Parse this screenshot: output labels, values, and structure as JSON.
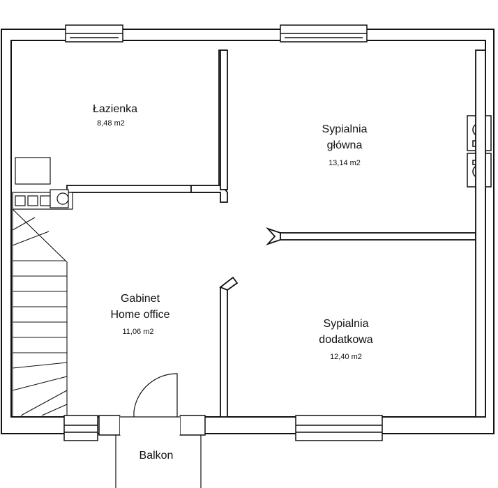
{
  "rooms": [
    {
      "id": "lazienka",
      "name_lines": [
        "Łazienka"
      ],
      "area": "8,48 m2"
    },
    {
      "id": "sypialnia-glowna",
      "name_lines": [
        "Sypialnia",
        "główna"
      ],
      "area": "13,14 m2"
    },
    {
      "id": "gabinet",
      "name_lines": [
        "Gabinet",
        "Home office"
      ],
      "area": "11,06 m2"
    },
    {
      "id": "sypialnia-dodatkowa",
      "name_lines": [
        "Sypialnia",
        "dodatkowa"
      ],
      "area": "12,40 m2"
    }
  ],
  "balcony": {
    "name": "Balkon"
  },
  "colors": {
    "wall": "#111111",
    "fill": "#ffffff"
  }
}
